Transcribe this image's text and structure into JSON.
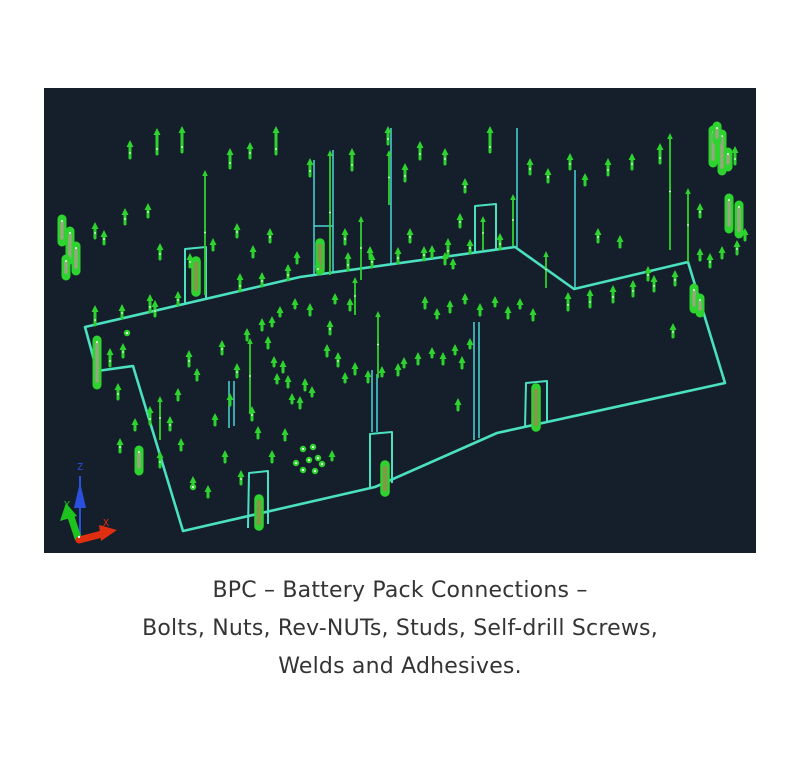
{
  "caption": {
    "line1": "BPC – Battery Pack Connections –",
    "line2": "Bolts, Nuts, Rev-NUTs, Studs, Self-drill Screws,",
    "line3": "Welds and Adhesives."
  },
  "figure": {
    "panel_bg": "#141f2b",
    "wire_color": "#4be0bf",
    "wire_thin_color": "#49d6d6",
    "marker_color": "#2fd32f",
    "marker_core": "#95a87e",
    "olive_core": "#7d9c45",
    "speckle": "#eaffea",
    "outline": "85,327 97,371 133,366 183,531 375,487 497,433 725,383 688,262 574,289 515,247 300,277",
    "thin_lines": [
      [
        314,
        160,
        314,
        275
      ],
      [
        333,
        150,
        333,
        272
      ],
      [
        314,
        226,
        333,
        226
      ],
      [
        391,
        128,
        391,
        264
      ],
      [
        517,
        128,
        517,
        247
      ],
      [
        575,
        170,
        575,
        289
      ],
      [
        372,
        370,
        372,
        432
      ],
      [
        377,
        374,
        377,
        432
      ],
      [
        474,
        322,
        474,
        440
      ],
      [
        479,
        322,
        479,
        438
      ],
      [
        229,
        381,
        229,
        428
      ],
      [
        234,
        381,
        234,
        426
      ]
    ],
    "brackets": [
      [
        185,
        303,
        185,
        249,
        206,
        247,
        206,
        300
      ],
      [
        475,
        252,
        475,
        206,
        496,
        204,
        496,
        250
      ],
      [
        248,
        528,
        249,
        473,
        268,
        471,
        268,
        524
      ],
      [
        370,
        489,
        370,
        434,
        392,
        432,
        392,
        483
      ],
      [
        525,
        428,
        526,
        383,
        547,
        381,
        547,
        422
      ]
    ],
    "markers": {
      "arrows": [
        [
          130,
          140,
          18
        ],
        [
          157,
          128,
          26
        ],
        [
          182,
          126,
          26
        ],
        [
          230,
          148,
          20
        ],
        [
          250,
          142,
          16
        ],
        [
          276,
          126,
          28
        ],
        [
          310,
          158,
          18
        ],
        [
          352,
          148,
          22
        ],
        [
          388,
          126,
          18
        ],
        [
          405,
          163,
          18
        ],
        [
          420,
          141,
          18
        ],
        [
          445,
          148,
          16
        ],
        [
          465,
          178,
          14
        ],
        [
          490,
          126,
          26
        ],
        [
          530,
          158,
          16
        ],
        [
          548,
          168,
          14
        ],
        [
          570,
          153,
          16
        ],
        [
          608,
          158,
          17
        ],
        [
          632,
          153,
          16
        ],
        [
          660,
          143,
          20
        ],
        [
          700,
          203,
          14
        ],
        [
          735,
          146,
          18
        ],
        [
          585,
          173,
          12
        ],
        [
          95,
          222,
          16
        ],
        [
          104,
          230,
          14
        ],
        [
          125,
          208,
          16
        ],
        [
          148,
          203,
          14
        ],
        [
          160,
          243,
          16
        ],
        [
          190,
          253,
          14
        ],
        [
          213,
          238,
          12
        ],
        [
          237,
          223,
          14
        ],
        [
          253,
          245,
          12
        ],
        [
          270,
          228,
          14
        ],
        [
          297,
          251,
          12
        ],
        [
          345,
          228,
          16
        ],
        [
          370,
          246,
          12
        ],
        [
          410,
          228,
          14
        ],
        [
          432,
          245,
          12
        ],
        [
          460,
          213,
          14
        ],
        [
          598,
          228,
          14
        ],
        [
          620,
          235,
          12
        ],
        [
          648,
          266,
          14
        ],
        [
          700,
          248,
          12
        ],
        [
          710,
          253,
          14
        ],
        [
          722,
          246,
          12
        ],
        [
          737,
          240,
          14
        ],
        [
          745,
          228,
          12
        ],
        [
          95,
          305,
          20
        ],
        [
          122,
          304,
          14
        ],
        [
          150,
          294,
          18
        ],
        [
          178,
          291,
          14
        ],
        [
          240,
          273,
          18
        ],
        [
          262,
          272,
          14
        ],
        [
          288,
          264,
          16
        ],
        [
          318,
          260,
          14
        ],
        [
          348,
          252,
          18
        ],
        [
          372,
          253,
          14
        ],
        [
          398,
          247,
          16
        ],
        [
          424,
          246,
          14
        ],
        [
          448,
          238,
          18
        ],
        [
          470,
          239,
          14
        ],
        [
          500,
          233,
          16
        ],
        [
          568,
          292,
          18
        ],
        [
          590,
          289,
          18
        ],
        [
          613,
          285,
          17
        ],
        [
          633,
          280,
          16
        ],
        [
          654,
          275,
          16
        ],
        [
          675,
          270,
          15
        ],
        [
          673,
          323,
          14
        ],
        [
          110,
          348,
          18
        ],
        [
          123,
          343,
          14
        ],
        [
          118,
          383,
          16
        ],
        [
          135,
          418,
          12
        ],
        [
          150,
          406,
          18
        ],
        [
          155,
          300,
          16
        ],
        [
          170,
          416,
          14
        ],
        [
          178,
          388,
          12
        ],
        [
          189,
          350,
          16
        ],
        [
          197,
          368,
          12
        ],
        [
          215,
          413,
          12
        ],
        [
          222,
          340,
          14
        ],
        [
          230,
          393,
          12
        ],
        [
          237,
          363,
          14
        ],
        [
          247,
          328,
          12
        ],
        [
          252,
          406,
          14
        ],
        [
          262,
          318,
          12
        ],
        [
          272,
          316,
          10
        ],
        [
          268,
          336,
          12
        ],
        [
          274,
          356,
          10
        ],
        [
          283,
          360,
          12
        ],
        [
          277,
          373,
          10
        ],
        [
          288,
          375,
          12
        ],
        [
          305,
          378,
          12
        ],
        [
          292,
          393,
          10
        ],
        [
          300,
          396,
          12
        ],
        [
          312,
          386,
          10
        ],
        [
          330,
          320,
          14
        ],
        [
          327,
          344,
          12
        ],
        [
          338,
          352,
          14
        ],
        [
          345,
          372,
          10
        ],
        [
          355,
          362,
          12
        ],
        [
          368,
          370,
          12
        ],
        [
          382,
          366,
          10
        ],
        [
          398,
          363,
          12
        ],
        [
          404,
          357,
          10
        ],
        [
          418,
          352,
          12
        ],
        [
          432,
          347,
          10
        ],
        [
          443,
          352,
          12
        ],
        [
          455,
          344,
          10
        ],
        [
          462,
          356,
          12
        ],
        [
          470,
          338,
          10
        ],
        [
          425,
          296,
          12
        ],
        [
          437,
          308,
          10
        ],
        [
          450,
          300,
          12
        ],
        [
          465,
          293,
          10
        ],
        [
          480,
          303,
          12
        ],
        [
          495,
          296,
          10
        ],
        [
          508,
          306,
          12
        ],
        [
          520,
          298,
          10
        ],
        [
          533,
          308,
          12
        ],
        [
          350,
          298,
          12
        ],
        [
          335,
          293,
          10
        ],
        [
          310,
          303,
          12
        ],
        [
          295,
          298,
          10
        ],
        [
          280,
          306,
          10
        ],
        [
          458,
          398,
          12
        ],
        [
          445,
          252,
          12
        ],
        [
          453,
          258,
          10
        ],
        [
          120,
          438,
          14
        ],
        [
          160,
          451,
          16
        ],
        [
          181,
          438,
          12
        ],
        [
          208,
          485,
          12
        ],
        [
          241,
          470,
          14
        ],
        [
          193,
          476,
          12
        ],
        [
          225,
          450,
          12
        ],
        [
          258,
          426,
          12
        ],
        [
          285,
          428,
          12
        ],
        [
          332,
          450,
          10
        ],
        [
          272,
          450,
          12
        ]
      ],
      "needles": [
        [
          205,
          170,
          295
        ],
        [
          330,
          150,
          275
        ],
        [
          361,
          216,
          280
        ],
        [
          250,
          338,
          414
        ],
        [
          355,
          277,
          315
        ],
        [
          378,
          311,
          378
        ],
        [
          483,
          216,
          250
        ],
        [
          513,
          194,
          246
        ],
        [
          546,
          251,
          288
        ],
        [
          670,
          133,
          250
        ],
        [
          688,
          188,
          262
        ],
        [
          160,
          396,
          440
        ],
        [
          389,
          150,
          205
        ]
      ],
      "blobs": [
        [
          62,
          215,
          28
        ],
        [
          70,
          227,
          34
        ],
        [
          76,
          242,
          30
        ],
        [
          66,
          255,
          22
        ],
        [
          97,
          336,
          50
        ],
        [
          713,
          126,
          38
        ],
        [
          722,
          130,
          42
        ],
        [
          728,
          148,
          20
        ],
        [
          729,
          194,
          36
        ],
        [
          739,
          201,
          34
        ],
        [
          694,
          284,
          26
        ],
        [
          700,
          294,
          20
        ],
        [
          139,
          446,
          26
        ],
        [
          717,
          122,
          20
        ]
      ],
      "dots": [
        [
          303,
          449
        ],
        [
          313,
          447
        ],
        [
          309,
          460
        ],
        [
          318,
          458
        ],
        [
          303,
          470
        ],
        [
          315,
          471
        ],
        [
          322,
          464
        ],
        [
          296,
          463
        ],
        [
          193,
          487
        ],
        [
          127,
          333
        ]
      ],
      "olive": [
        [
          259,
          496,
          30
        ],
        [
          385,
          462,
          30
        ],
        [
          536,
          385,
          42
        ],
        [
          196,
          258,
          34
        ],
        [
          320,
          240,
          30
        ]
      ]
    },
    "axis": {
      "z_label": "Z",
      "y_label": "Y",
      "x_label": "X",
      "z_color": "#2b50dd",
      "y_color": "#1ec41e",
      "x_color": "#e02f10"
    }
  }
}
